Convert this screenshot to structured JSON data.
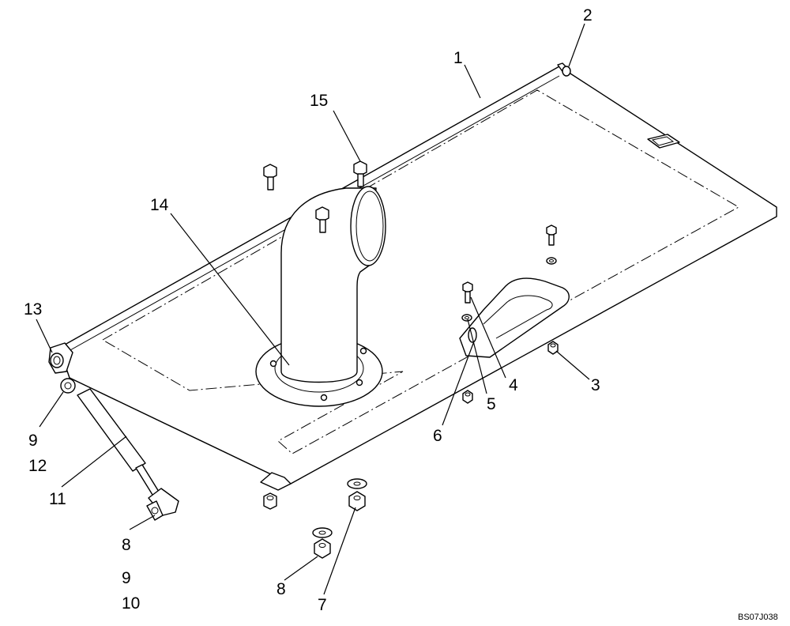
{
  "callouts": {
    "c1": "1",
    "c2": "2",
    "c3": "3",
    "c4": "4",
    "c5": "5",
    "c6": "6",
    "c7": "7",
    "c8a": "8",
    "c8b": "8",
    "c9a": "9",
    "c9b": "9",
    "c10": "10",
    "c11": "11",
    "c12": "12",
    "c13": "13",
    "c14": "14",
    "c15": "15"
  },
  "drawing_ref": "BS07J038"
}
